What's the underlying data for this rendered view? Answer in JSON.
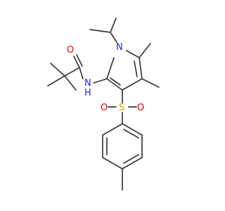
{
  "structure": {
    "atoms": [
      {
        "id": "O1",
        "symbol": "O",
        "color": "#e8000b"
      },
      {
        "id": "N_amide",
        "symbol": "N",
        "subscript_label": "H",
        "color": "#1f2bd8"
      },
      {
        "id": "N_ring",
        "symbol": "N",
        "color": "#1f2bd8"
      },
      {
        "id": "S1",
        "symbol": "S",
        "color": "#c9a400"
      },
      {
        "id": "O2",
        "symbol": "O",
        "color": "#e8000b"
      },
      {
        "id": "O3",
        "symbol": "O",
        "color": "#e8000b"
      }
    ],
    "labels": {
      "carbonyl_O": "O",
      "amide_N": "N",
      "amide_H": "H",
      "ring_N": "N",
      "sulfonyl_S": "S",
      "sulfonyl_O_left": "O",
      "sulfonyl_O_right": "O"
    },
    "bond_color": "#3a3a3a"
  }
}
